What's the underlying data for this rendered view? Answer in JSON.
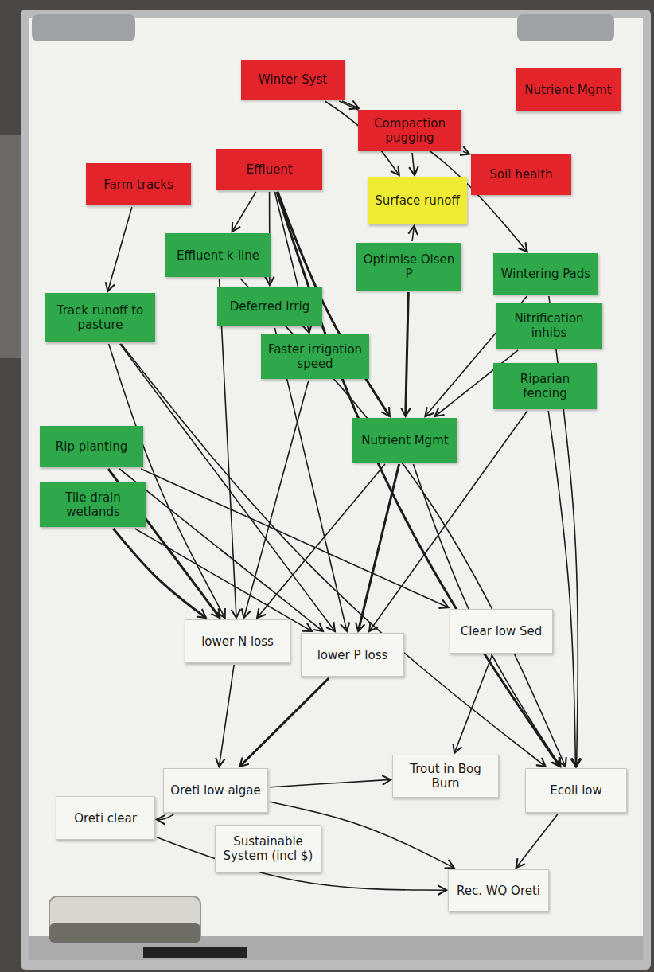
{
  "diagram": {
    "nodes": [
      {
        "text": [
          "Winter Syst"
        ]
      },
      {
        "text": [
          "Nutrient Mgmt"
        ]
      },
      {
        "text": [
          "Compaction pugging"
        ]
      },
      {
        "text": [
          "Effluent"
        ]
      },
      {
        "text": [
          "Farm tracks"
        ]
      },
      {
        "text": [
          "Soil health"
        ]
      },
      {
        "text": [
          "Surface runoff"
        ]
      },
      {
        "text": [
          "Effluent k-line"
        ]
      },
      {
        "text": [
          "Optimise Olsen P"
        ]
      },
      {
        "text": [
          "Wintering Pads"
        ]
      },
      {
        "text": [
          "Track runoff to pasture"
        ]
      },
      {
        "text": [
          "Deferred irrig"
        ]
      },
      {
        "text": [
          "Faster irrigation speed"
        ]
      },
      {
        "text": [
          "Nitrification inhibs"
        ]
      },
      {
        "text": [
          "Riparian fencing"
        ]
      },
      {
        "text": [
          "Rip planting"
        ]
      },
      {
        "text": [
          "Nutrient Mgmt"
        ]
      },
      {
        "text": [
          "Tile drain wetlands"
        ]
      },
      {
        "text": [
          "lower N loss"
        ]
      },
      {
        "text": [
          "lower P loss"
        ]
      },
      {
        "text": [
          "Clear low Sed"
        ]
      },
      {
        "text": [
          "Oreti low algae"
        ]
      },
      {
        "text": [
          "Trout in Bog Burn"
        ]
      },
      {
        "text": [
          "Ecoli low"
        ]
      },
      {
        "text": [
          "Oreti clear"
        ]
      },
      {
        "text": [
          "Sustainable System (incl $)"
        ]
      },
      {
        "text": [
          "Rec. WQ Oreti"
        ]
      }
    ],
    "edges": [
      {
        "from": 0,
        "to": 2,
        "arrow": "to"
      },
      {
        "from": 0,
        "to": 6,
        "arrow": "to"
      },
      {
        "from": 0,
        "to": 9,
        "arrow": "to"
      },
      {
        "from": 2,
        "to": 5,
        "arrow": "to"
      },
      {
        "from": 2,
        "to": 6,
        "arrow": "to"
      },
      {
        "from": 8,
        "to": 6,
        "arrow": "to"
      },
      {
        "from": 4,
        "to": 10,
        "arrow": "to"
      },
      {
        "from": 3,
        "to": 7,
        "arrow": "to"
      },
      {
        "from": 3,
        "to": 11,
        "arrow": "to"
      },
      {
        "from": 3,
        "to": 12,
        "arrow": "to"
      },
      {
        "from": 3,
        "to": 16,
        "arrow": "to"
      },
      {
        "from": 3,
        "to": 23,
        "arrow": "to"
      },
      {
        "from": 8,
        "to": 16,
        "arrow": "to"
      },
      {
        "from": 9,
        "to": 16,
        "arrow": "to"
      },
      {
        "from": 13,
        "to": 16,
        "arrow": "to"
      },
      {
        "from": 9,
        "to": 23,
        "arrow": "to"
      },
      {
        "from": 14,
        "to": 23,
        "arrow": "to"
      },
      {
        "from": 14,
        "to": 19,
        "arrow": "to"
      },
      {
        "from": 10,
        "to": 18,
        "arrow": "to"
      },
      {
        "from": 10,
        "to": 19,
        "arrow": "to"
      },
      {
        "from": 10,
        "to": 23,
        "arrow": "to"
      },
      {
        "from": 15,
        "to": 18,
        "arrow": "to"
      },
      {
        "from": 15,
        "to": 19,
        "arrow": "to"
      },
      {
        "from": 15,
        "to": 20,
        "arrow": "to"
      },
      {
        "from": 17,
        "to": 18,
        "arrow": "to"
      },
      {
        "from": 17,
        "to": 19,
        "arrow": "to"
      },
      {
        "from": 16,
        "to": 18,
        "arrow": "to"
      },
      {
        "from": 16,
        "to": 19,
        "arrow": "to"
      },
      {
        "from": 7,
        "to": 18,
        "arrow": "to"
      },
      {
        "from": 11,
        "to": 19,
        "arrow": "to"
      },
      {
        "from": 12,
        "to": 18,
        "arrow": "to"
      },
      {
        "from": 7,
        "to": 23,
        "arrow": "to"
      },
      {
        "from": 18,
        "to": 21,
        "arrow": "to"
      },
      {
        "from": 19,
        "to": 21,
        "arrow": "to"
      },
      {
        "from": 20,
        "to": 22,
        "arrow": "to"
      },
      {
        "from": 21,
        "to": 24,
        "arrow": "to"
      },
      {
        "from": 21,
        "to": 22,
        "arrow": "to"
      },
      {
        "from": 21,
        "to": 26,
        "arrow": "to"
      },
      {
        "from": 24,
        "to": 26,
        "arrow": "to"
      },
      {
        "from": 23,
        "to": 26,
        "arrow": "to"
      },
      {
        "from": 16,
        "to": 23,
        "arrow": "to"
      }
    ]
  }
}
